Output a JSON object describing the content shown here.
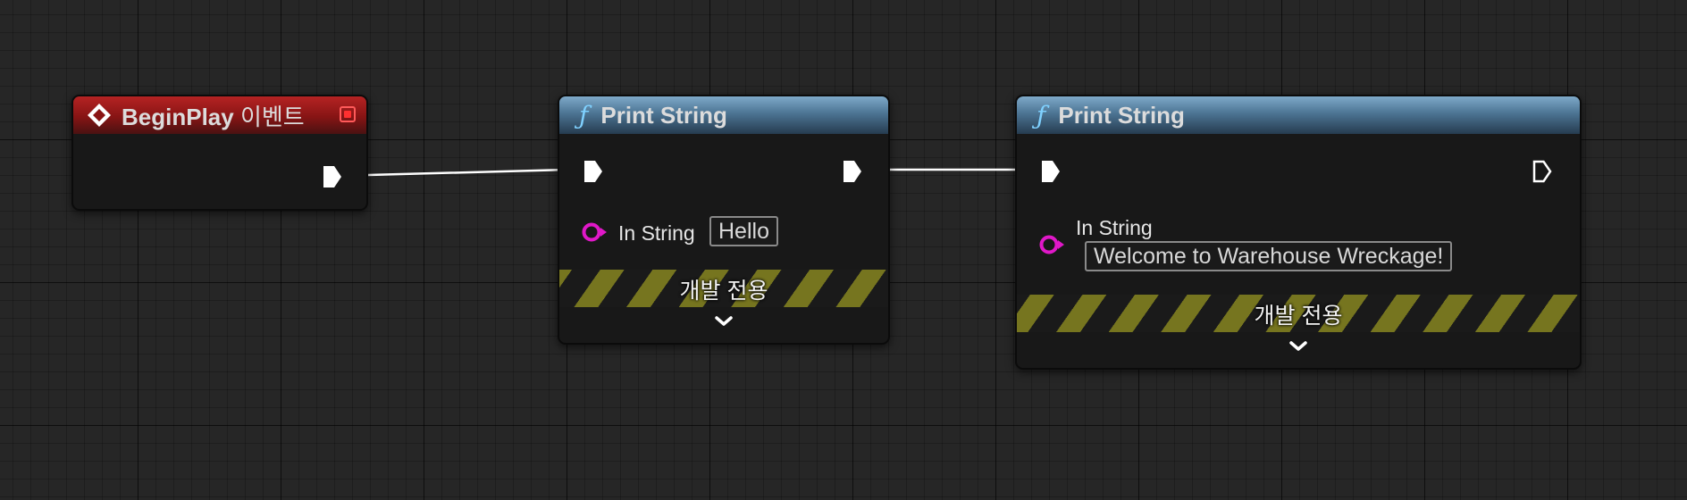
{
  "nodes": {
    "begin_play": {
      "title": "BeginPlay",
      "title_suffix": "이벤트",
      "icon": "event-diamond-icon",
      "header_color": "#9a1b1b"
    },
    "print_string_1": {
      "title": "Print String",
      "icon": "function-icon",
      "in_string_label": "In String",
      "in_string_value": "Hello",
      "dev_only_label": "개발 전용",
      "header_color": "#4c7493"
    },
    "print_string_2": {
      "title": "Print String",
      "icon": "function-icon",
      "in_string_label": "In String",
      "in_string_value": "Welcome to Warehouse Wreckage!",
      "dev_only_label": "개발 전용",
      "header_color": "#4c7493"
    }
  },
  "colors": {
    "exec_pin": "#ffffff",
    "string_pin": "#e018c8",
    "delegate_pin": "#ff3030",
    "dev_stripe": "#76751f",
    "func_icon": "#7fd1ff",
    "canvas": "#262626"
  }
}
